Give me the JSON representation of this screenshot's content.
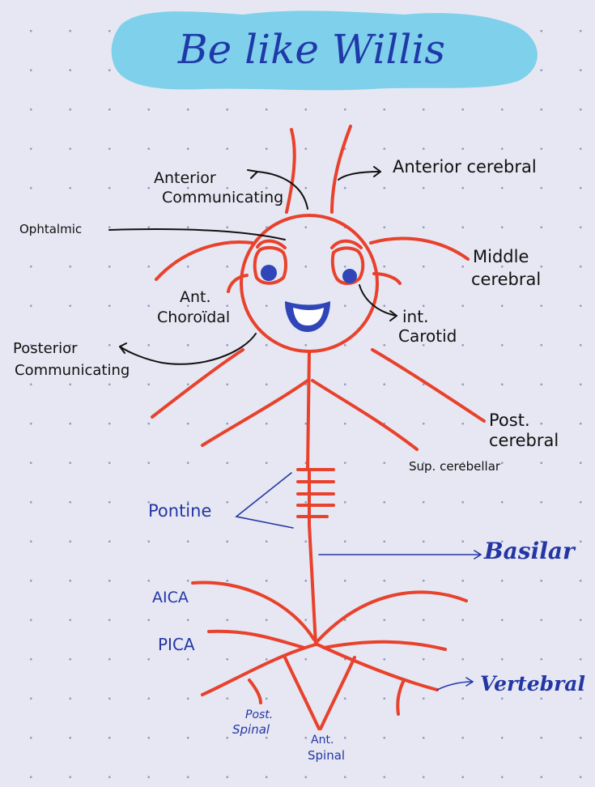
{
  "title": "Be like Willis",
  "labels": {
    "anterior_communicating_1": "Anterior",
    "anterior_communicating_2": "Communicating",
    "anterior_cerebral": "Anterior cerebral",
    "ophtalmic": "Ophtalmic",
    "middle_cerebral_1": "Middle",
    "middle_cerebral_2": "cerebral",
    "ant_choroidal_1": "Ant.",
    "ant_choroidal_2": "Choroïdal",
    "int_carotid_1": "int.",
    "int_carotid_2": "Carotid",
    "posterior_communicating_1": "Posterior",
    "posterior_communicating_2": "Communicating",
    "post_cerebral_1": "Post.",
    "post_cerebral_2": "cerebral",
    "sup_cerebellar": "Sup. cerebellar",
    "pontine": "Pontine",
    "basilar": "Basilar",
    "aica": "AICA",
    "pica": "PICA",
    "vertebral": "Vertebral",
    "post_spinal_1": "Post.",
    "post_spinal_2": "Spinal",
    "ant_spinal_1": "Ant.",
    "ant_spinal_2": "Spinal"
  },
  "colors": {
    "artery": "#e8412c",
    "pupil": "#2f45b8",
    "blue_label": "#2336a6",
    "black_label": "#111111",
    "title_cloud": "#7fd0ea",
    "title_text": "#1f3aa8"
  }
}
